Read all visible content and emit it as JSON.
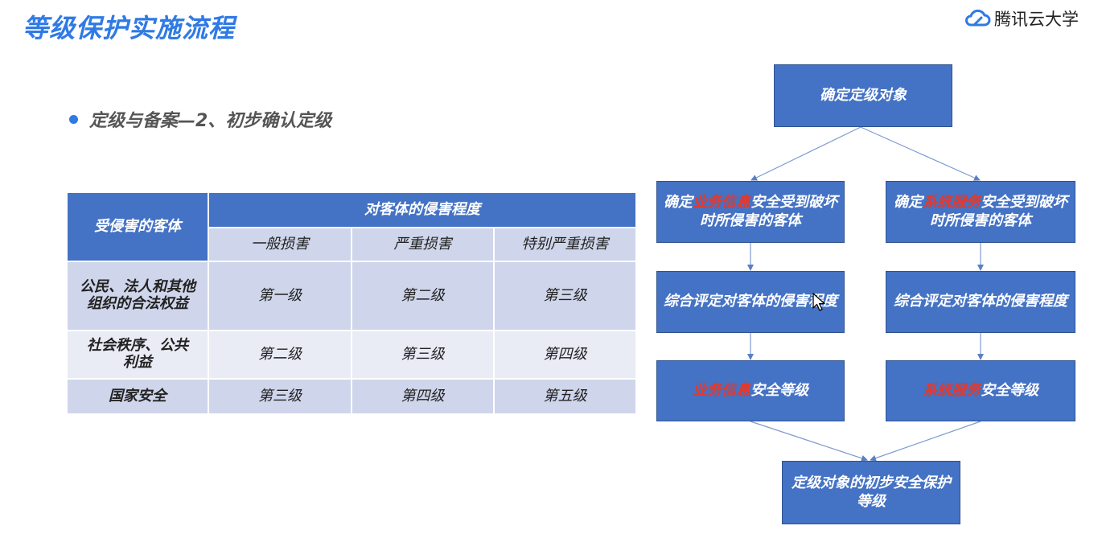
{
  "slide": {
    "title": "等级保护实施流程",
    "brand": "腾讯云大学",
    "bullet": "定级与备案—2、初步确认定级"
  },
  "table": {
    "header_object": "受侵害的客体",
    "header_degree": "对客体的侵害程度",
    "degrees": [
      "一般损害",
      "严重损害",
      "特别严重损害"
    ],
    "rows": [
      {
        "object": "公民、法人和其他组织的合法权益",
        "levels": [
          "第一级",
          "第二级",
          "第三级"
        ]
      },
      {
        "object": "社会秩序、公共利益",
        "levels": [
          "第二级",
          "第三级",
          "第四级"
        ]
      },
      {
        "object": "国家安全",
        "levels": [
          "第三级",
          "第四级",
          "第五级"
        ]
      }
    ]
  },
  "flow": {
    "top": "确定定级对象",
    "left_identify": {
      "prefix": "确定",
      "highlight": "业务信息",
      "suffix": "安全受到破坏时所侵害的客体"
    },
    "right_identify": {
      "prefix": "确定",
      "highlight": "系统服务",
      "suffix": "安全受到破坏时所侵害的客体"
    },
    "left_assess": "综合评定对客体的侵害程度",
    "right_assess": "综合评定对客体的侵害程度",
    "left_level": {
      "highlight": "业务信息",
      "suffix": "安全等级"
    },
    "right_level": {
      "highlight": "系统服务",
      "suffix": "安全等级"
    },
    "bottom": "定级对象的初步安全保护等级"
  },
  "colors": {
    "title_blue": "#2f7ae5",
    "node_blue": "#4472c4",
    "highlight_red": "#e03a2f",
    "row_light": "#e9ebf5",
    "row_dark": "#cfd5ea"
  },
  "icons": [
    "cloud-logo-icon",
    "mouse-cursor-icon"
  ]
}
